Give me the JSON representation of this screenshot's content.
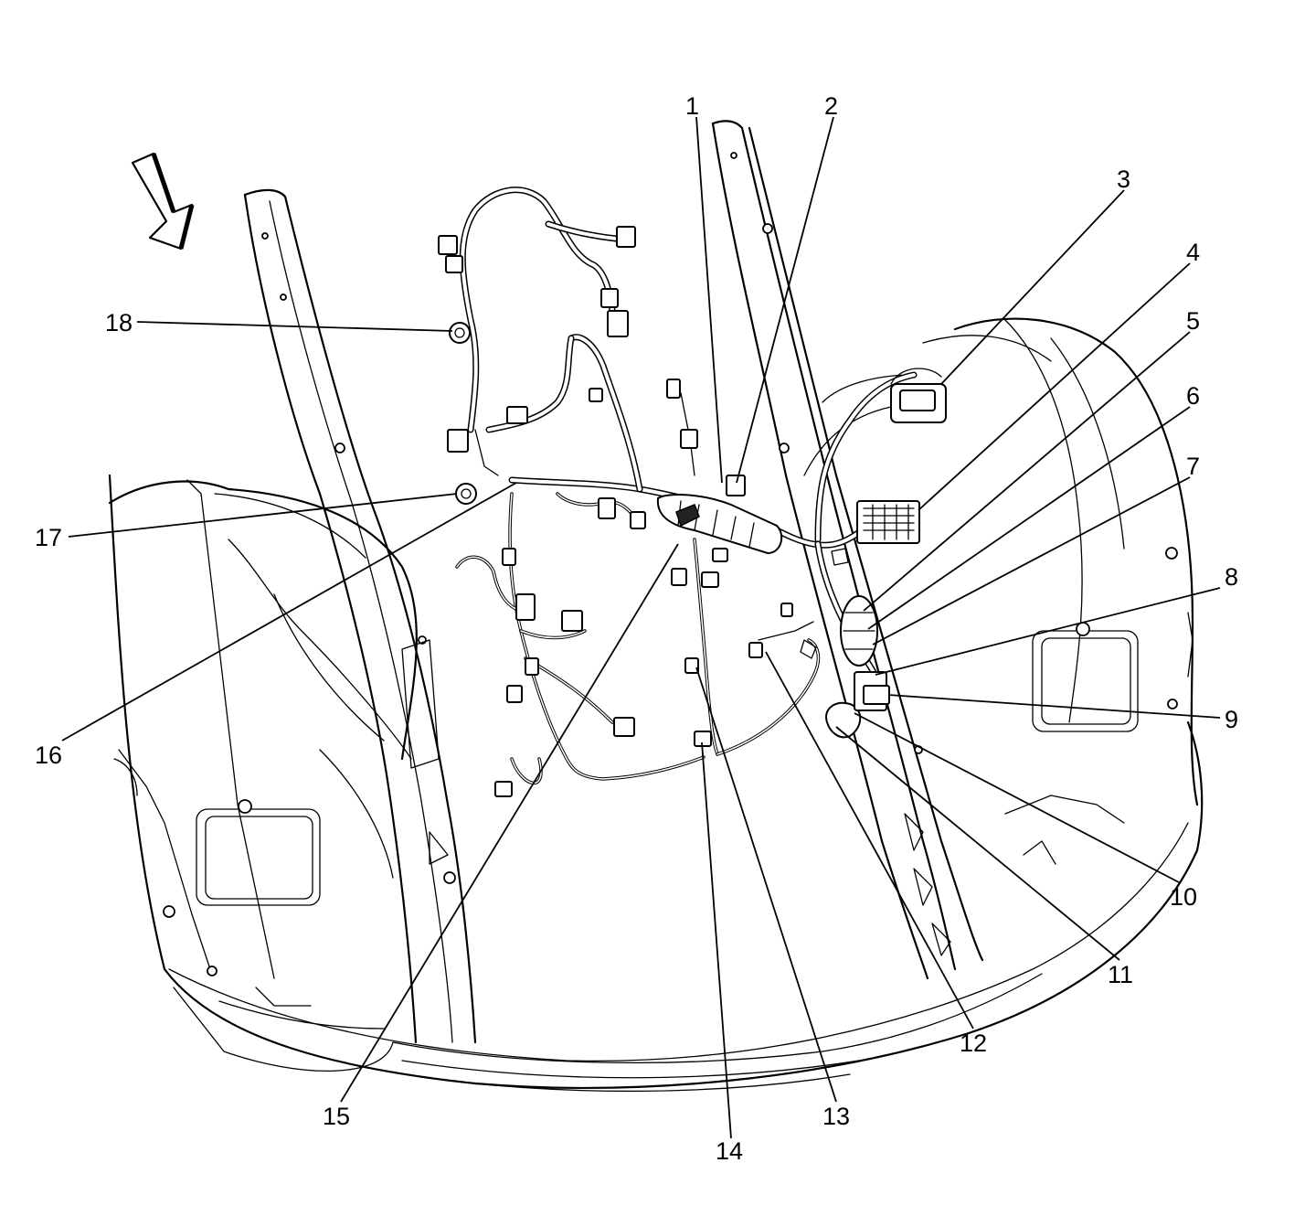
{
  "diagram": {
    "callouts": [
      {
        "id": "1",
        "label": "1"
      },
      {
        "id": "2",
        "label": "2"
      },
      {
        "id": "3",
        "label": "3"
      },
      {
        "id": "4",
        "label": "4"
      },
      {
        "id": "5",
        "label": "5"
      },
      {
        "id": "6",
        "label": "6"
      },
      {
        "id": "7",
        "label": "7"
      },
      {
        "id": "8",
        "label": "8"
      },
      {
        "id": "9",
        "label": "9"
      },
      {
        "id": "10",
        "label": "10"
      },
      {
        "id": "11",
        "label": "11"
      },
      {
        "id": "12",
        "label": "12"
      },
      {
        "id": "13",
        "label": "13"
      },
      {
        "id": "14",
        "label": "14"
      },
      {
        "id": "15",
        "label": "15"
      },
      {
        "id": "16",
        "label": "16"
      },
      {
        "id": "17",
        "label": "17"
      },
      {
        "id": "18",
        "label": "18"
      }
    ],
    "icons": {
      "view_arrow": "view-direction-arrow-icon"
    },
    "colors": {
      "line": "#000000",
      "background": "#ffffff"
    }
  }
}
